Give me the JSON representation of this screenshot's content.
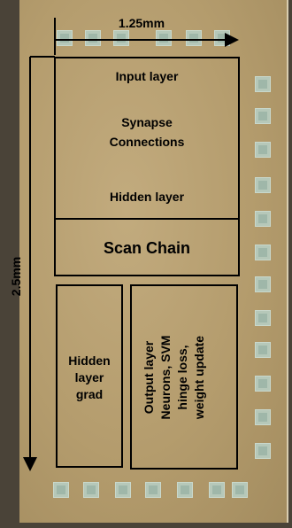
{
  "dimensions": {
    "width_label": "1.25mm",
    "height_label": "2.5mm"
  },
  "blocks": {
    "input_layer": "Input layer",
    "synapse_line1": "Synapse",
    "synapse_line2": "Connections",
    "hidden_layer": "Hidden layer",
    "scan_chain": "Scan Chain",
    "hidden_grad_line1": "Hidden",
    "hidden_grad_line2": "layer",
    "hidden_grad_line3": "grad",
    "output_line1": "Output layer",
    "output_line2": "Neurons, SVM",
    "output_line3": "hinge loss,",
    "output_line4": "weight update"
  }
}
